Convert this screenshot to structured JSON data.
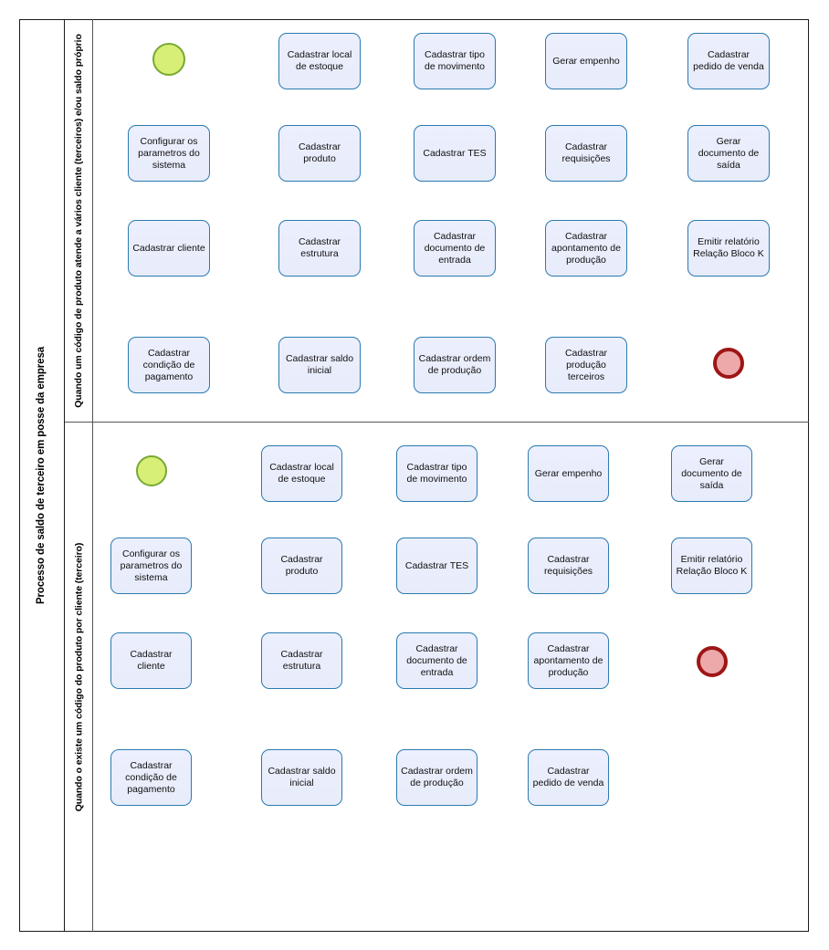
{
  "diagram": {
    "type": "bpmn-flowchart",
    "pool_title": "Processo de saldo de terceiro em posse da empresa",
    "colors": {
      "task_fill": "#eaeefc",
      "task_border": "#2a7ab0",
      "start_fill": "#d7ef77",
      "start_border": "#79a833",
      "end_fill": "#eda9a9",
      "end_border": "#9e1616",
      "frame": "#1a1a1a",
      "connector": "#000000"
    },
    "lanes": [
      {
        "id": "lane-a",
        "title": "Quando um código de produto atende a vários cliente (terceiros) e/ou saldo próprio",
        "start_event": "start-event",
        "end_event": "end-event",
        "columns": [
          {
            "id": "col-1",
            "nodes": [
              "Configurar os parametros do sistema",
              "Cadastrar cliente",
              "Cadastrar condição de pagamento"
            ]
          },
          {
            "id": "col-2",
            "nodes": [
              "Cadastrar local de estoque",
              "Cadastrar produto",
              "Cadastrar estrutura",
              "Cadastrar saldo inicial"
            ]
          },
          {
            "id": "col-3",
            "nodes": [
              "Cadastrar tipo de movimento",
              "Cadastrar TES",
              "Cadastrar documento de entrada",
              "Cadastrar ordem de produção"
            ]
          },
          {
            "id": "col-4",
            "nodes": [
              "Gerar empenho",
              "Cadastrar requisições",
              "Cadastrar apontamento de produção",
              "Cadastrar produção terceiros"
            ]
          },
          {
            "id": "col-5",
            "nodes": [
              "Cadastrar pedido de venda",
              "Gerar documento de saída",
              "Emitir relatório Relação Bloco K"
            ]
          }
        ]
      },
      {
        "id": "lane-b",
        "title": "Quando o existe um código do produto por cliente (terceiro)",
        "start_event": "start-event",
        "end_event": "end-event",
        "columns": [
          {
            "id": "col-1",
            "nodes": [
              "Configurar os parametros do sistema",
              "Cadastrar cliente",
              "Cadastrar condição de pagamento"
            ]
          },
          {
            "id": "col-2",
            "nodes": [
              "Cadastrar local de estoque",
              "Cadastrar produto",
              "Cadastrar estrutura",
              "Cadastrar saldo inicial"
            ]
          },
          {
            "id": "col-3",
            "nodes": [
              "Cadastrar tipo de movimento",
              "Cadastrar TES",
              "Cadastrar documento de entrada",
              "Cadastrar ordem de produção"
            ]
          },
          {
            "id": "col-4",
            "nodes": [
              "Gerar empenho",
              "Cadastrar requisições",
              "Cadastrar apontamento de produção",
              "Cadastrar pedido de venda"
            ]
          },
          {
            "id": "col-5",
            "nodes": [
              "Gerar documento de saída",
              "Emitir relatório Relação Bloco K"
            ]
          }
        ]
      }
    ]
  }
}
